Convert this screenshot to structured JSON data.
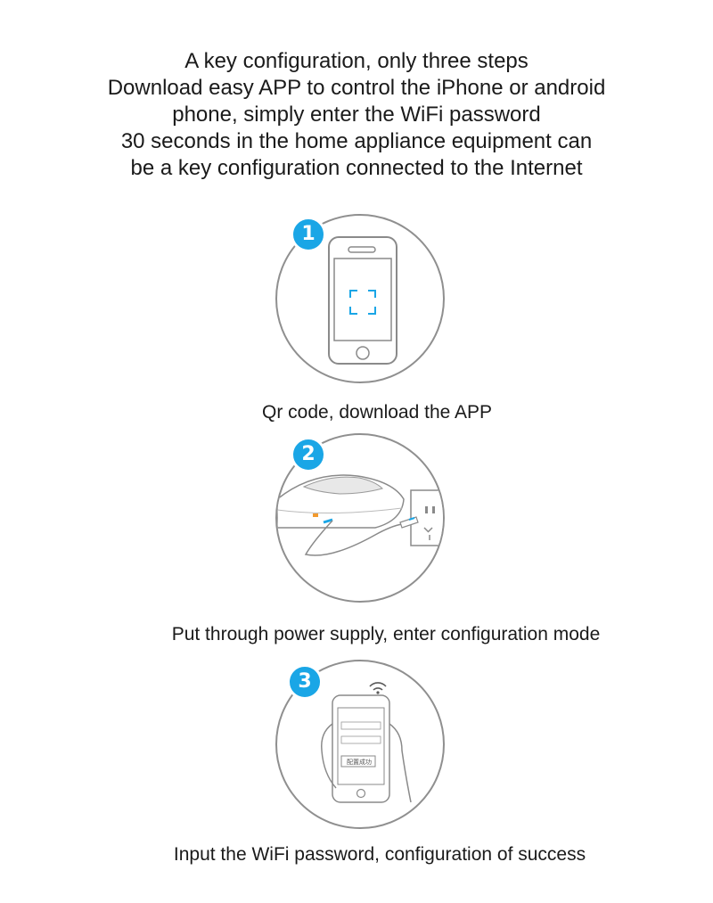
{
  "header": {
    "lines": [
      "A key configuration, only three steps",
      "Download easy APP to control the iPhone or android",
      "phone, simply enter the WiFi password",
      "30 seconds in the home appliance equipment can",
      "be a key configuration connected to the Internet"
    ]
  },
  "steps": [
    {
      "number": "1",
      "caption": "Qr code, download the APP",
      "icon": "phone-qr-scan-icon"
    },
    {
      "number": "2",
      "caption": "Put through power supply, enter configuration mode",
      "icon": "device-plugged-in-icon"
    },
    {
      "number": "3",
      "caption": "Input the WiFi password, configuration of success",
      "icon": "hand-holding-phone-icon",
      "button_text": "配置成功"
    }
  ],
  "colors": {
    "accent": "#1aa6e6",
    "outline": "#8f8f8f",
    "text": "#1a1a1a"
  }
}
